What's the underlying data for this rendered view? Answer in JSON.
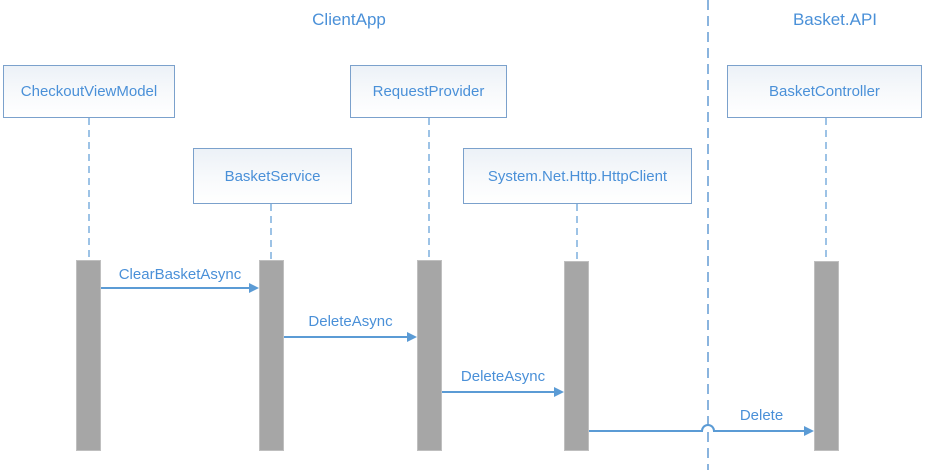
{
  "diagram": {
    "type": "sequence",
    "groups": [
      {
        "label": "ClientApp"
      },
      {
        "label": "Basket.API"
      }
    ],
    "participants": [
      {
        "label": "CheckoutViewModel"
      },
      {
        "label": "BasketService"
      },
      {
        "label": "RequestProvider"
      },
      {
        "label": "System.Net.Http.HttpClient"
      },
      {
        "label": "BasketController"
      }
    ],
    "messages": [
      {
        "label": "ClearBasketAsync",
        "from": "CheckoutViewModel",
        "to": "BasketService"
      },
      {
        "label": "DeleteAsync",
        "from": "BasketService",
        "to": "RequestProvider"
      },
      {
        "label": "DeleteAsync",
        "from": "RequestProvider",
        "to": "System.Net.Http.HttpClient"
      },
      {
        "label": "Delete",
        "from": "System.Net.Http.HttpClient",
        "to": "BasketController"
      }
    ],
    "colors": {
      "text": "#4a90d8",
      "line": "#5b9bd5",
      "lifeline": "#9dc3e6",
      "divider": "#8ab4de",
      "activation": "#a6a6a6",
      "box_border": "#7ba1cc"
    }
  }
}
